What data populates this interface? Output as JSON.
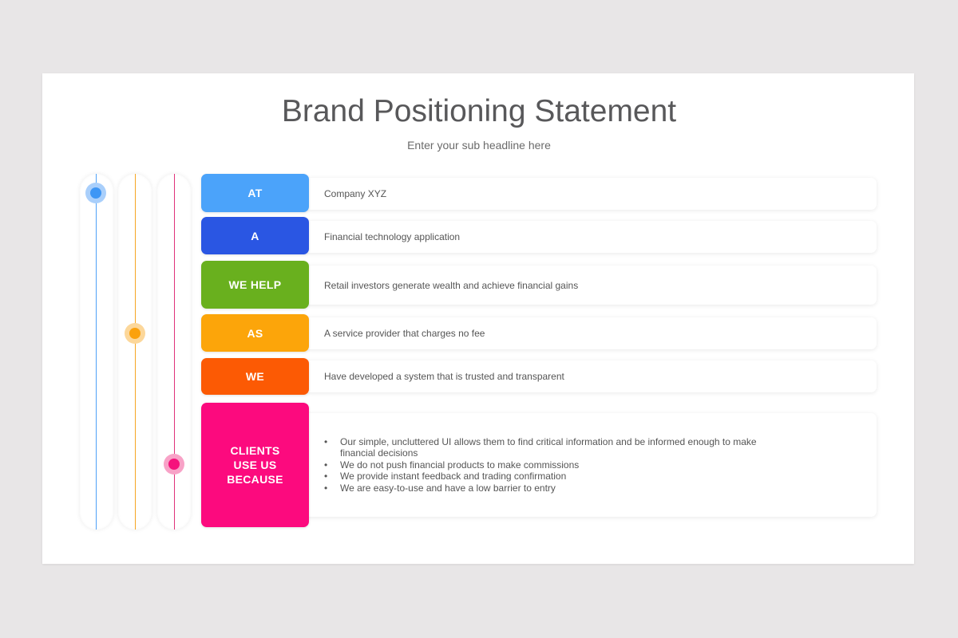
{
  "slide": {
    "title": "Brand Positioning Statement",
    "subtitle": "Enter your sub headline here"
  },
  "timeline": {
    "tracks": [
      {
        "color": "#4ea1f7",
        "dot_color": "#3d96f5",
        "dot_halo": "#a9cffb",
        "dot_position": "top"
      },
      {
        "color": "#f5a623",
        "dot_color": "#fba10d",
        "dot_halo": "#fcd79a",
        "dot_position": "middle"
      },
      {
        "color": "#e0337a",
        "dot_color": "#f5127c",
        "dot_halo": "#f8a2c7",
        "dot_position": "bottom"
      }
    ]
  },
  "rows": [
    {
      "tag": "AT",
      "color": "#4ba3fa",
      "text": "Company XYZ"
    },
    {
      "tag": "A",
      "color": "#2a56e3",
      "text": "Financial technology application"
    },
    {
      "tag": "WE HELP",
      "color": "#69b01e",
      "text": "Retail investors generate wealth and achieve financial gains"
    },
    {
      "tag": "AS",
      "color": "#fca50a",
      "text": "A service provider that charges no fee"
    },
    {
      "tag": "WE",
      "color": "#fc5a04",
      "text": "Have developed a system that is trusted and transparent"
    },
    {
      "tag_lines": [
        "CLIENTS",
        "USE US",
        "BECAUSE"
      ],
      "color": "#fc0a7e",
      "bullets": [
        "Our simple, uncluttered UI allows them to find critical information and be informed enough to make financial decisions",
        "We do not push financial products to make commissions",
        "We provide instant feedback and trading confirmation",
        "We are easy-to-use and have a low barrier to entry"
      ]
    }
  ]
}
